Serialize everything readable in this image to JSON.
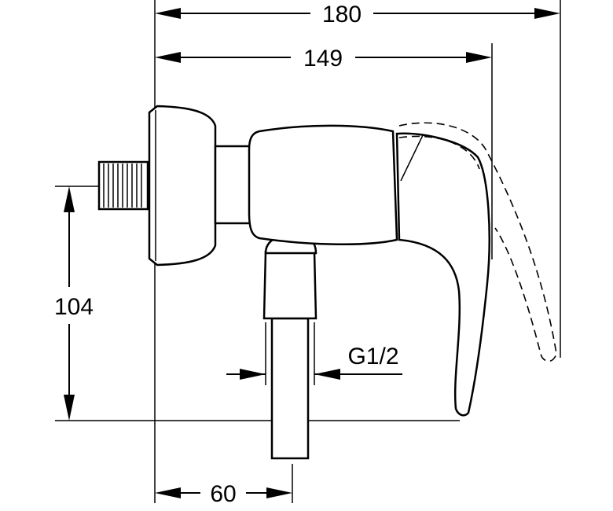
{
  "dimensions": {
    "overall_length": "180",
    "handle_length": "149",
    "height": "104",
    "outlet_thread": "G1/2",
    "outlet_offset": "60"
  }
}
